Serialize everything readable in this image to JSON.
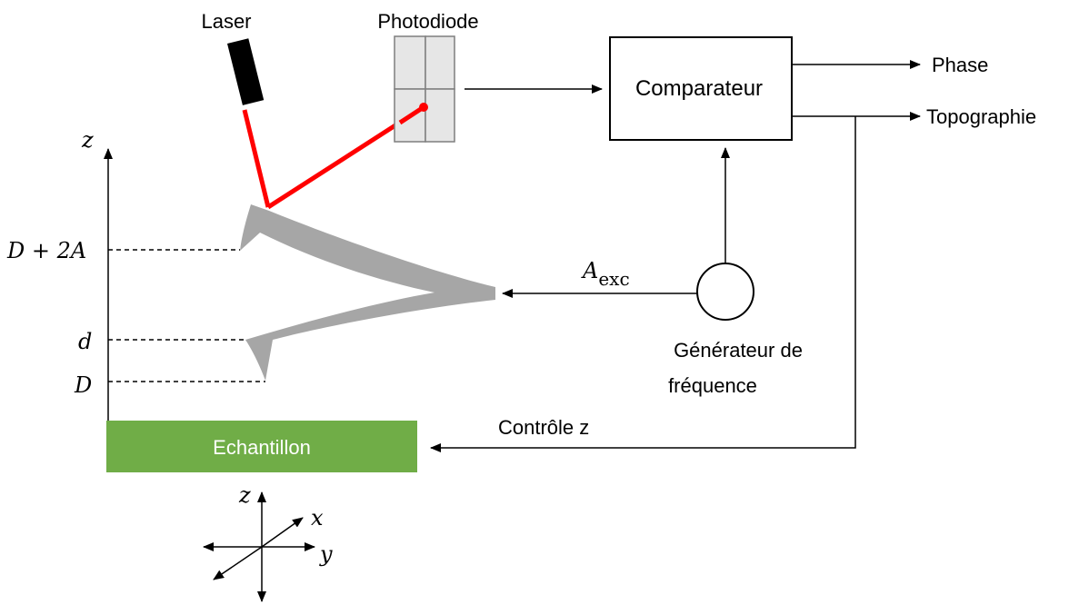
{
  "labels": {
    "laser": "Laser",
    "photodiode": "Photodiode",
    "comparator": "Comparateur",
    "phase": "Phase",
    "topography": "Topographie",
    "excitation_main": "A",
    "excitation_sub": "exc",
    "generator_line1": "Générateur de",
    "generator_line2": "fréquence",
    "z_control": "Contrôle z",
    "sample": "Echantillon",
    "axis_z": "z",
    "level_high": "D + 2A",
    "level_d": "d",
    "level_D": "D",
    "triad_z": "z",
    "triad_x": "x",
    "triad_y": "y"
  },
  "colors": {
    "laser_beam": "#ff0000",
    "laser_body": "#000000",
    "cantilever": "#a6a6a6",
    "sample": "#70ad47",
    "sample_text": "#ffffff",
    "photodiode_fill": "#e6e6e6",
    "photodiode_stroke": "#7f7f7f"
  }
}
